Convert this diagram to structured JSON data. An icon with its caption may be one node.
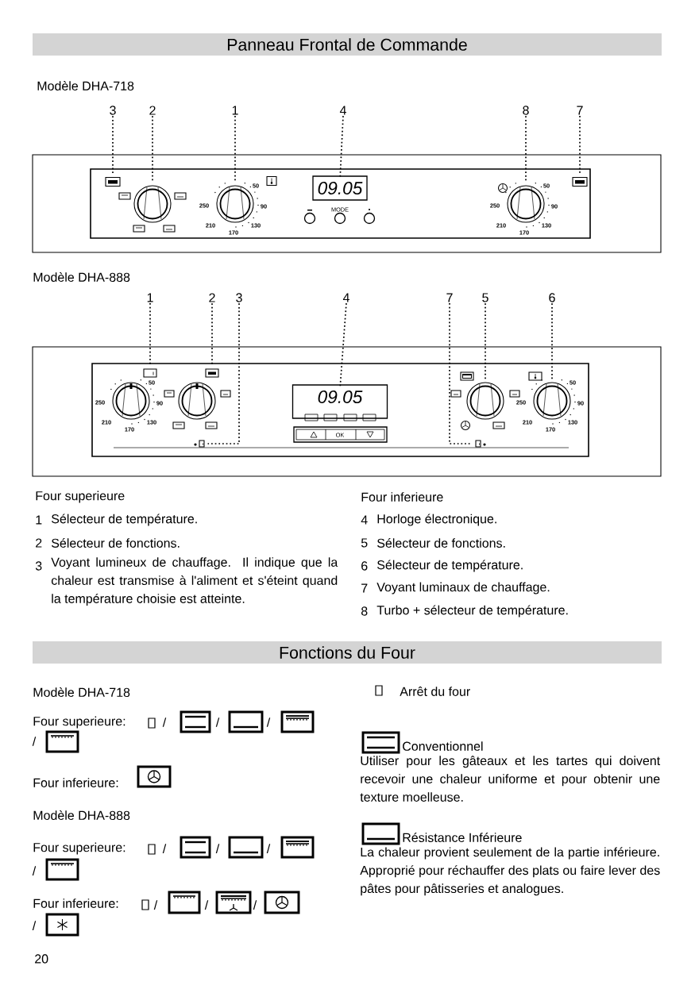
{
  "diagram": {
    "title": "Panneau Frontal de Commande",
    "nodes": [
      {
        "text": [
          "3"
        ]
      },
      {
        "text": [
          "2"
        ]
      },
      {
        "text": [
          "1"
        ]
      },
      {
        "text": [
          "4"
        ]
      },
      {
        "text": [
          "8"
        ]
      },
      {
        "text": [
          "7"
        ]
      },
      {
        "text": [
          "1"
        ]
      },
      {
        "text": [
          "2"
        ]
      },
      {
        "text": [
          "3"
        ]
      },
      {
        "text": [
          "4"
        ]
      },
      {
        "text": [
          "7"
        ]
      },
      {
        "text": [
          "5"
        ]
      },
      {
        "text": [
          "6"
        ]
      },
      {
        "text": [
          "09.05"
        ]
      },
      {
        "text": [
          "09.05"
        ]
      },
      {
        "text": [],
        "shape": "box"
      },
      {
        "text": [],
        "shape": "circle"
      },
      {
        "text": [],
        "shape": "circle"
      },
      {
        "text": [],
        "shape": "circle"
      },
      {
        "text": [],
        "shape": "box"
      },
      {
        "text": [],
        "shape": "box"
      },
      {
        "text": [],
        "shape": "box"
      },
      {
        "text": [],
        "shape": "box"
      },
      {
        "text": [],
        "shape": "box"
      },
      {
        "text": [],
        "shape": "circle"
      },
      {
        "text": [],
        "shape": "circle"
      }
    ],
    "edges": [
      {
        "from": 0,
        "to": 15,
        "arrow": "none",
        "style": "dashed"
      },
      {
        "from": 1,
        "to": 16,
        "arrow": "none",
        "style": "dashed"
      },
      {
        "from": 2,
        "to": 17,
        "arrow": "none",
        "style": "dashed"
      },
      {
        "from": 3,
        "to": 13,
        "arrow": "none",
        "style": "dashed"
      },
      {
        "from": 4,
        "to": 18,
        "arrow": "none",
        "style": "dashed"
      },
      {
        "from": 5,
        "to": 19,
        "arrow": "none",
        "style": "dashed"
      },
      {
        "from": 6,
        "to": 20,
        "arrow": "none",
        "style": "dashed"
      },
      {
        "from": 7,
        "to": 21,
        "arrow": "none",
        "style": "dashed"
      },
      {
        "from": 8,
        "to": 22,
        "arrow": "none",
        "style": "dashed"
      },
      {
        "from": 9,
        "to": 14,
        "arrow": "none",
        "style": "dashed"
      },
      {
        "from": 10,
        "to": 23,
        "arrow": "none",
        "style": "dashed"
      },
      {
        "from": 11,
        "to": 24,
        "arrow": "none",
        "style": "dashed"
      },
      {
        "from": 12,
        "to": 25,
        "arrow": "none",
        "style": "dashed"
      }
    ],
    "labels": [
      "Modèle DHA-718",
      "MODE",
      "50",
      "90",
      "130",
      "170",
      "210",
      "250",
      "50",
      "90",
      "130",
      "170",
      "210",
      "250",
      "Modèle DHA-888",
      "50",
      "90",
      "130",
      "170",
      "210",
      "250",
      "OK",
      "50",
      "90",
      "130",
      "170",
      "210",
      "250",
      "Four superieure",
      "1",
      "Sélecteur de température.",
      "2",
      "Sélecteur de fonctions.",
      "3",
      "Voyant lumineux de chauffage. Il indique que la chaleur est transmise à l'aliment et s'éteint quand la température choisie est atteinte.",
      "Four inferieure",
      "4",
      "Horloge électronique.",
      "5",
      "Sélecteur de fonctions.",
      "6",
      "Sélecteur de température.",
      "7",
      "Voyant luminaux de chauffage.",
      "8",
      "Turbo + sélecteur de température.",
      "Fonctions du Four",
      "Modèle DHA-718",
      "Four superieure:",
      "/",
      "/",
      "/",
      "/",
      "Four inferieure:",
      "Modèle DHA-888",
      "Four superieure:",
      "/",
      "/",
      "/",
      "/",
      "Four inferieure:",
      "/",
      "/",
      "/",
      "/",
      "Arrêt du four",
      "Conventionnel",
      "Utiliser pour les gâteaux et les tartes qui doivent recevoir une chaleur uniforme et pour obtenir une texture moelleuse.",
      "Résistance Inférieure",
      "La chaleur provient seulement de la partie inférieure. Approprié pour réchauffer des plats ou faire lever des pâtes pour pâtisseries et analogues.",
      "20"
    ]
  }
}
